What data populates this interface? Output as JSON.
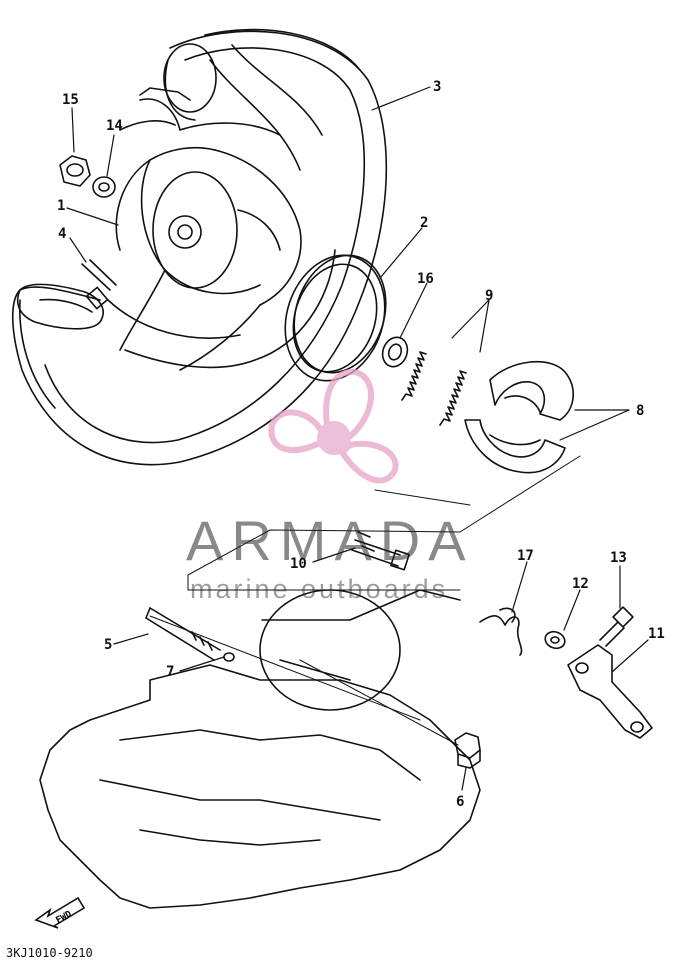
{
  "watermark": {
    "title": "ARMADA",
    "subtitle": "marine outboards",
    "logo_color": "#e6a3c7",
    "logo_center_color": "#e8aacb"
  },
  "diagram_code": "3KJ1010-9210",
  "fwd_label": "FWD",
  "callouts": [
    {
      "id": "c15",
      "label": "15"
    },
    {
      "id": "c14",
      "label": "14"
    },
    {
      "id": "c1",
      "label": "1"
    },
    {
      "id": "c4",
      "label": "4"
    },
    {
      "id": "c3",
      "label": "3"
    },
    {
      "id": "c2",
      "label": "2"
    },
    {
      "id": "c16",
      "label": "16"
    },
    {
      "id": "c9",
      "label": "9"
    },
    {
      "id": "c8",
      "label": "8"
    },
    {
      "id": "c10",
      "label": "10"
    },
    {
      "id": "c17",
      "label": "17"
    },
    {
      "id": "c13",
      "label": "13"
    },
    {
      "id": "c12",
      "label": "12"
    },
    {
      "id": "c11",
      "label": "11"
    },
    {
      "id": "c5",
      "label": "5"
    },
    {
      "id": "c7",
      "label": "7"
    },
    {
      "id": "c6",
      "label": "6"
    }
  ]
}
